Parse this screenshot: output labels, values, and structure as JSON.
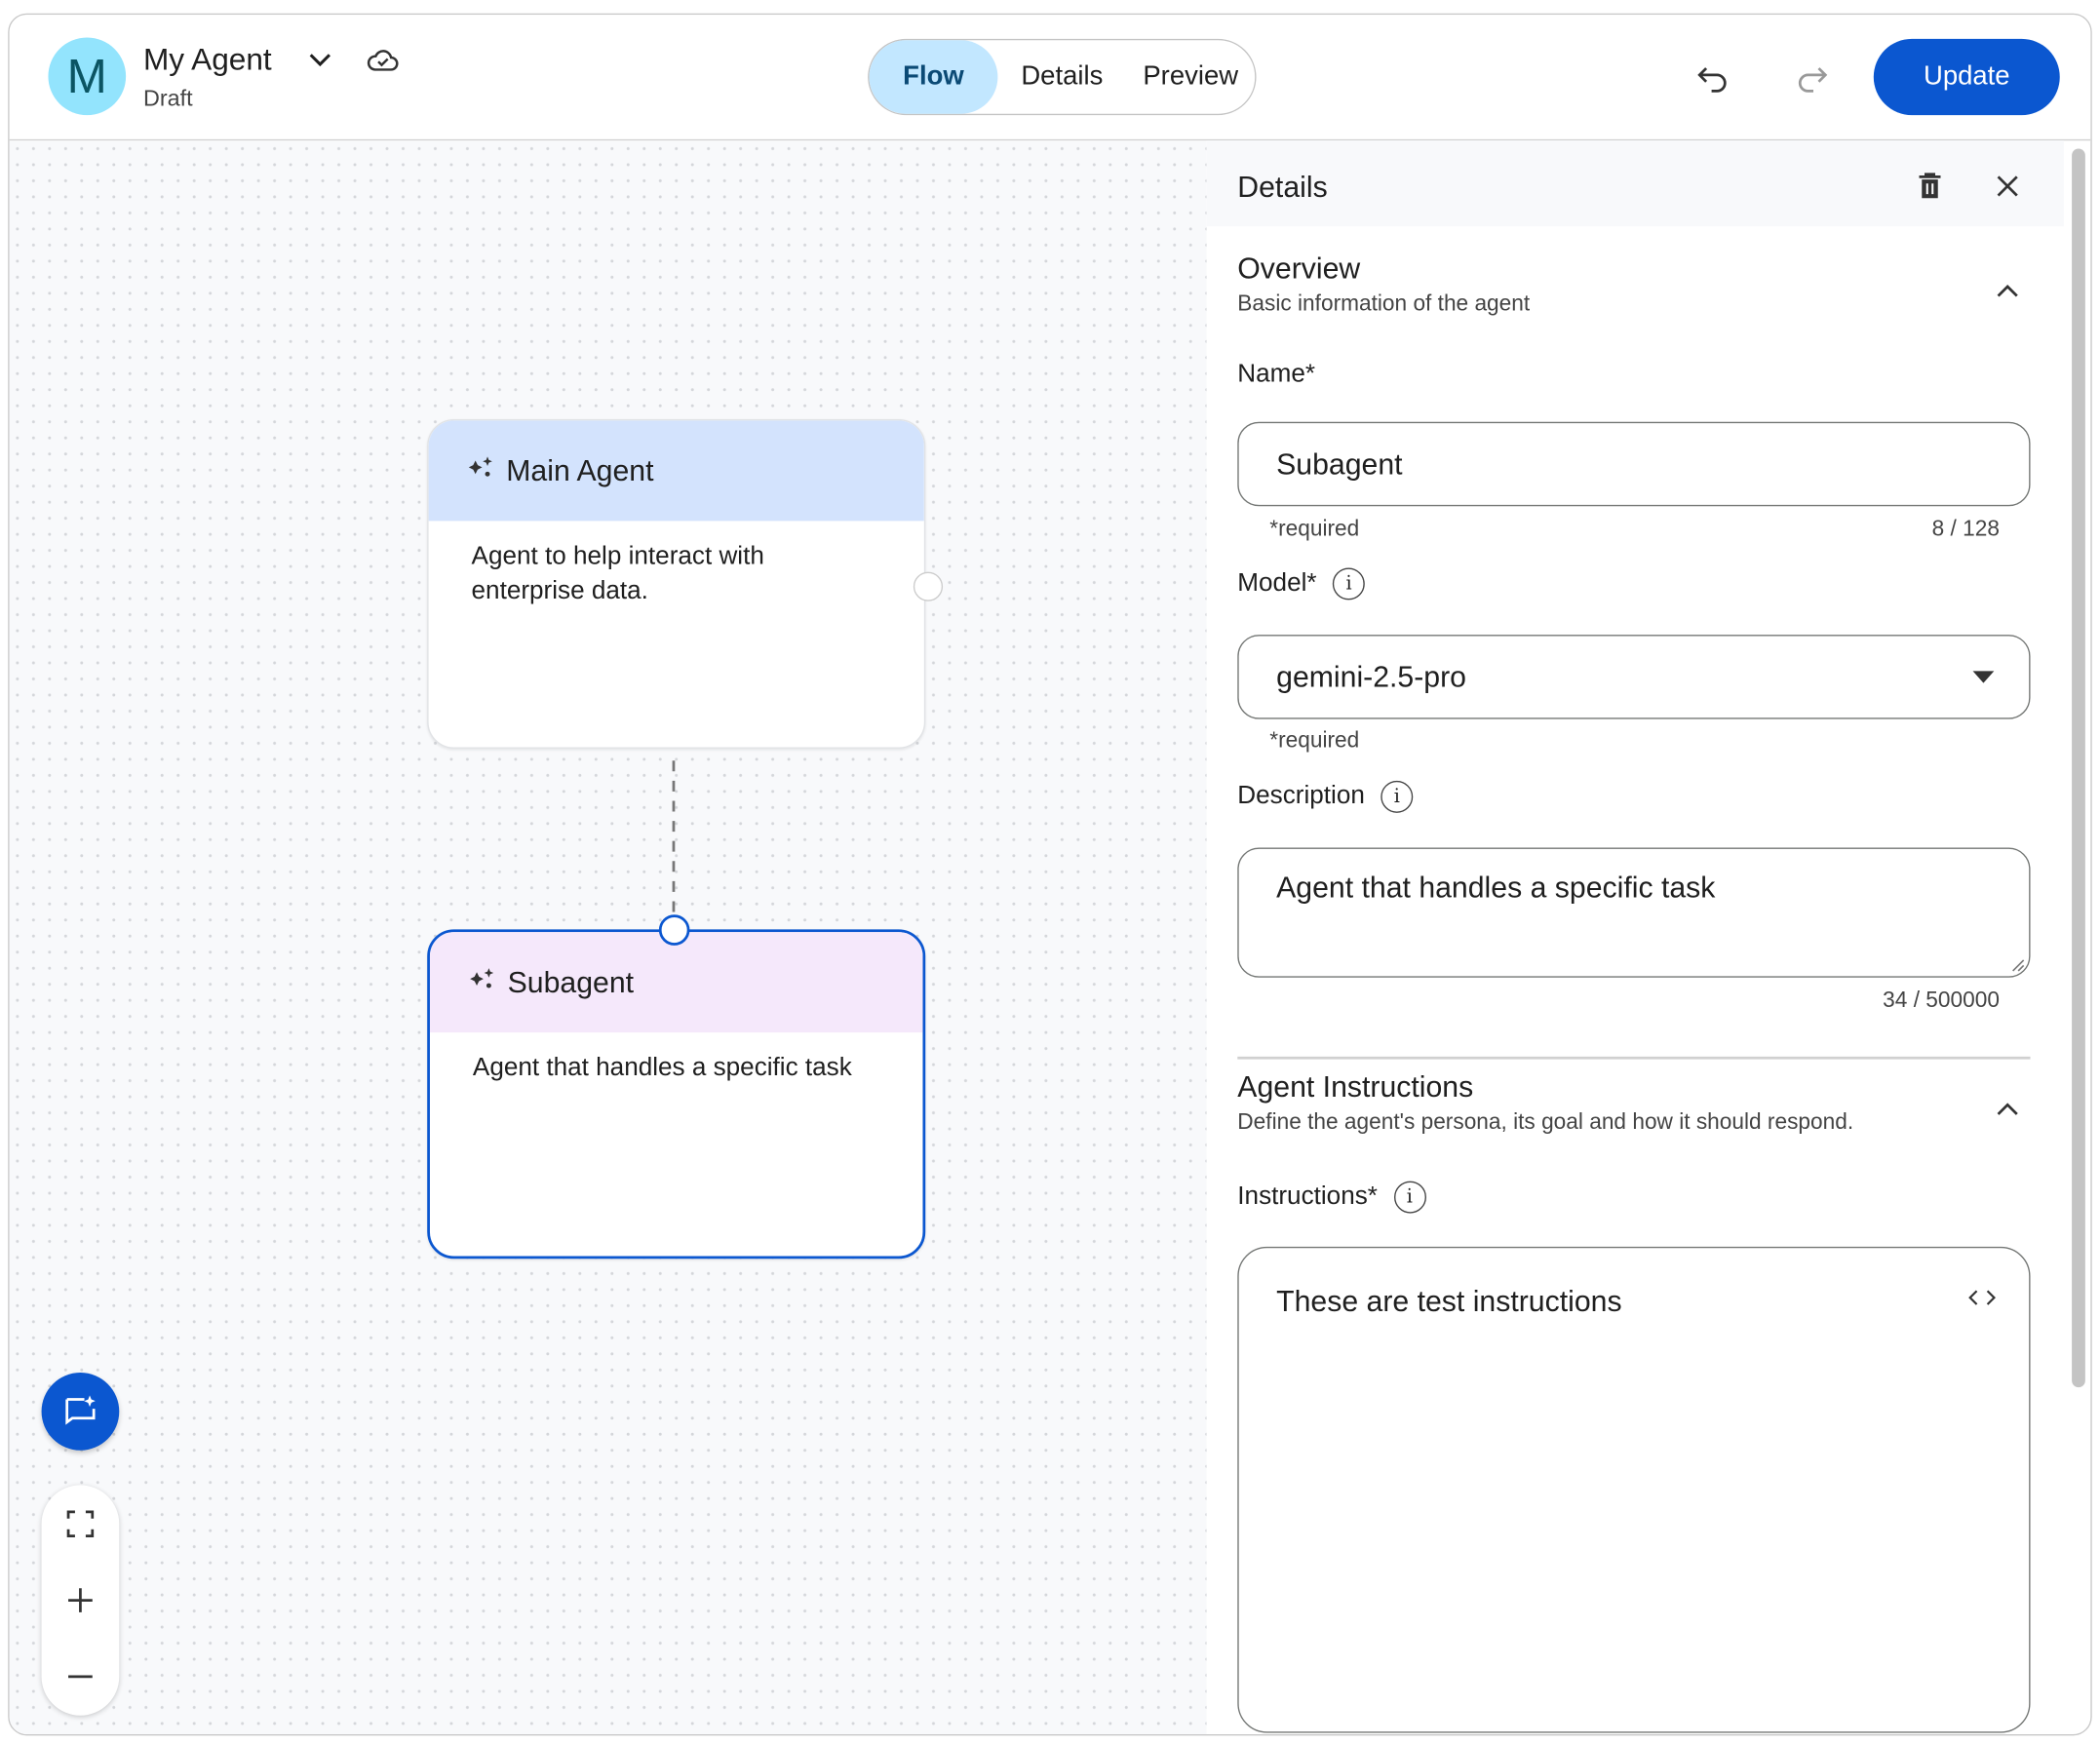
{
  "header": {
    "avatar_letter": "M",
    "agent_name": "My Agent",
    "status": "Draft",
    "tabs": [
      {
        "label": "Flow",
        "active": true
      },
      {
        "label": "Details",
        "active": false
      },
      {
        "label": "Preview",
        "active": false
      }
    ],
    "update_label": "Update",
    "icons": [
      "chevron-down-icon",
      "cloud-done-icon",
      "undo-icon",
      "redo-icon"
    ]
  },
  "canvas": {
    "nodes": [
      {
        "title": "Main Agent",
        "description": "Agent to help interact with enterprise data.",
        "header_color": "#d3e3fd"
      },
      {
        "title": "Subagent",
        "description": "Agent that handles a specific task",
        "header_color": "#f5e8fb",
        "selected": true
      }
    ],
    "controls": [
      "ai-chat-icon",
      "fit-view-icon",
      "zoom-in-icon",
      "zoom-out-icon"
    ]
  },
  "panel": {
    "title": "Details",
    "overview": {
      "title": "Overview",
      "subtitle": "Basic information of the agent",
      "name_label": "Name*",
      "name_value": "Subagent",
      "name_hint": "*required",
      "name_count": "8 / 128",
      "model_label": "Model*",
      "model_value": "gemini-2.5-pro",
      "model_hint": "*required",
      "description_label": "Description",
      "description_value": "Agent that handles a specific task",
      "description_count": "34 / 500000"
    },
    "instructions": {
      "title": "Agent Instructions",
      "subtitle": "Define the agent's persona, its goal and how it should respond.",
      "label": "Instructions*",
      "value": "These are test instructions"
    }
  },
  "colors": {
    "primary": "#0b57d0",
    "active_tab": "#c2e7ff",
    "avatar": "#93e4fd"
  }
}
